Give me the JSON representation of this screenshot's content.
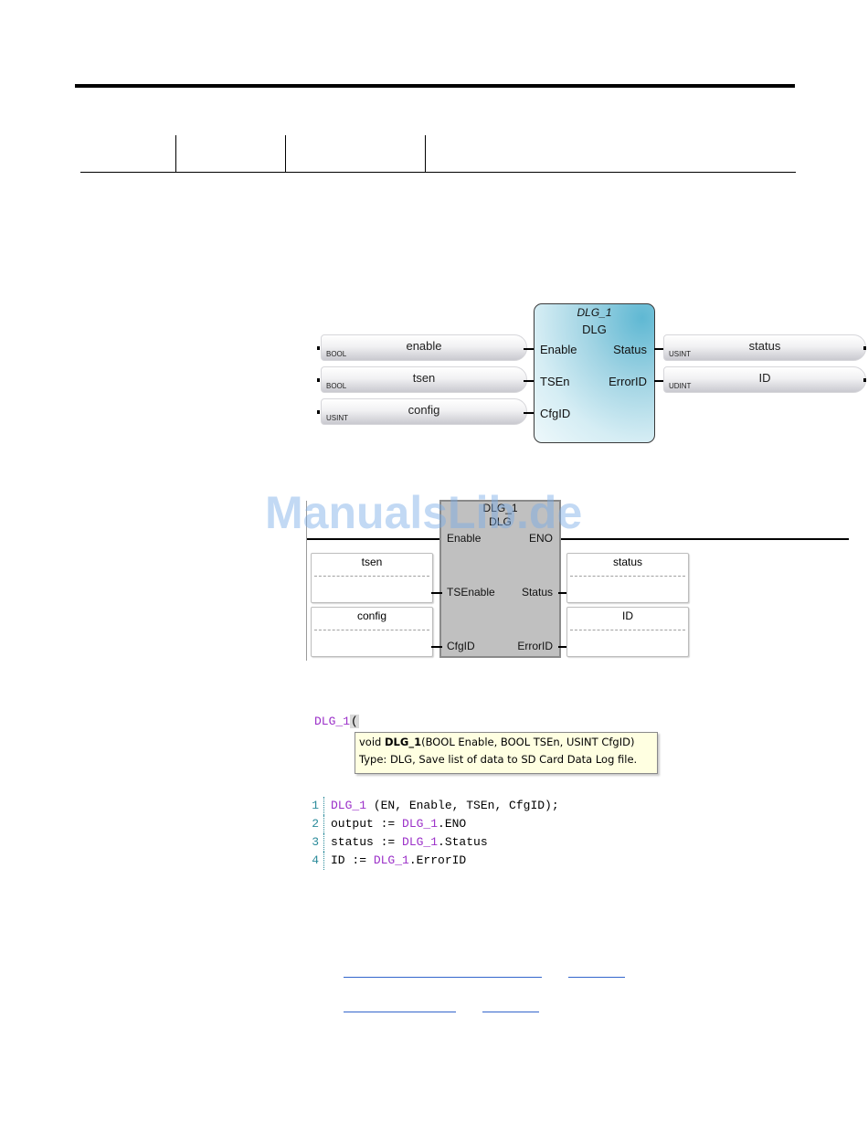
{
  "fbd": {
    "block": {
      "instance": "DLG_1",
      "type": "DLG",
      "inputs": [
        "Enable",
        "TSEn",
        "CfgID"
      ],
      "outputs": [
        "Status",
        "ErrorID"
      ]
    },
    "input_vars": [
      {
        "name": "enable",
        "type": "BOOL"
      },
      {
        "name": "tsen",
        "type": "BOOL"
      },
      {
        "name": "config",
        "type": "USINT"
      }
    ],
    "output_vars": [
      {
        "name": "status",
        "type": "USINT"
      },
      {
        "name": "ID",
        "type": "UDINT"
      }
    ]
  },
  "ld": {
    "block": {
      "instance": "DLG_1",
      "type": "DLG",
      "inputs": [
        "Enable",
        "TSEnable",
        "CfgID"
      ],
      "outputs": [
        "ENO",
        "Status",
        "ErrorID"
      ]
    },
    "input_vars": [
      "tsen",
      "config"
    ],
    "output_vars": [
      "status",
      "ID"
    ]
  },
  "watermark": "ManualsLib.de",
  "st": {
    "call_id": "DLG_1",
    "call_paren": "(",
    "tooltip": {
      "sig_prefix": "void ",
      "sig_name": "DLG_1",
      "sig_args": "(BOOL Enable, BOOL TSEn, USINT CfgID)",
      "type_label": "Type",
      "type_text": ": DLG, Save list of data to SD Card Data Log file."
    },
    "lines": [
      {
        "num": "1",
        "id": "DLG_1",
        "rest": " (EN, Enable, TSEn, CfgID);",
        "pre": ""
      },
      {
        "num": "2",
        "pre": "output := ",
        "id": "DLG_1",
        "rest": ".ENO"
      },
      {
        "num": "3",
        "pre": "status := ",
        "id": "DLG_1",
        "rest": ".Status"
      },
      {
        "num": "4",
        "pre": "ID := ",
        "id": "DLG_1",
        "rest": ".ErrorID"
      }
    ]
  }
}
